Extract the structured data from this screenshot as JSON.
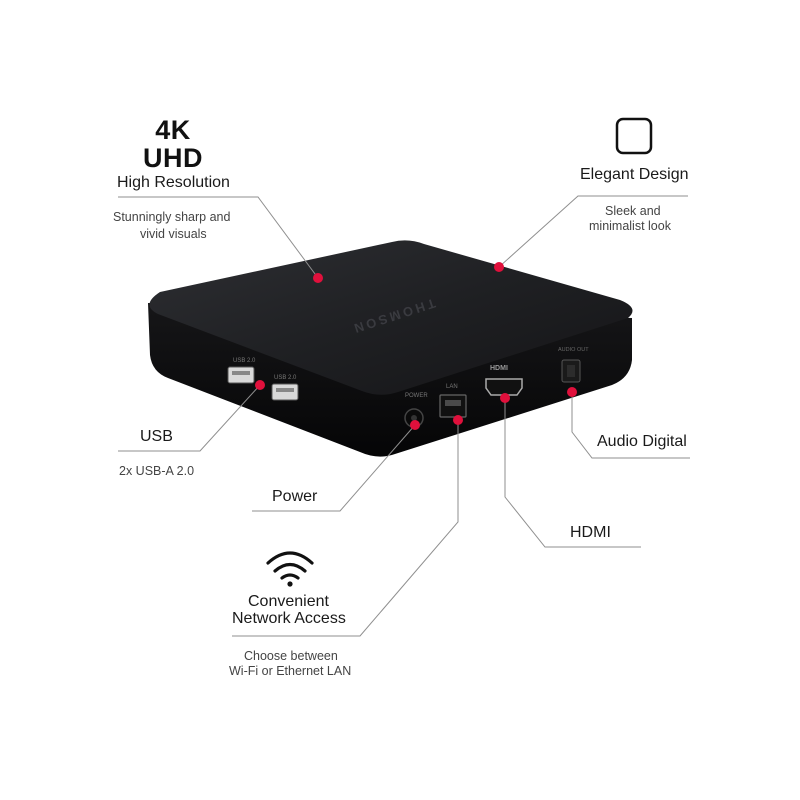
{
  "features": {
    "resolution": {
      "badge_line1": "4K",
      "badge_line2": "UHD",
      "title": "High Resolution",
      "desc_line1": "Stunningly sharp and",
      "desc_line2": "vivid visuals"
    },
    "design": {
      "title": "Elegant Design",
      "desc_line1": "Sleek and",
      "desc_line2": "minimalist look",
      "icon": "rounded-square-icon"
    },
    "usb": {
      "title": "USB",
      "desc": "2x USB-A 2.0"
    },
    "power": {
      "title": "Power"
    },
    "hdmi": {
      "title": "HDMI"
    },
    "audio": {
      "title": "Audio Digital"
    },
    "network": {
      "title_line1": "Convenient",
      "title_line2": "Network Access",
      "desc_line1": "Choose between",
      "desc_line2": "Wi-Fi or Ethernet LAN",
      "icon": "wifi-icon"
    }
  },
  "device": {
    "brand": "THOMSON",
    "port_labels": {
      "usb1": "USB 2.0",
      "usb2": "USB 2.0",
      "power": "POWER",
      "lan": "LAN",
      "audio": "AUDIO OUT"
    }
  },
  "colors": {
    "marker": "#e0103c",
    "device_body": "#1c1c1e",
    "leader_line": "#8a8a8a"
  }
}
